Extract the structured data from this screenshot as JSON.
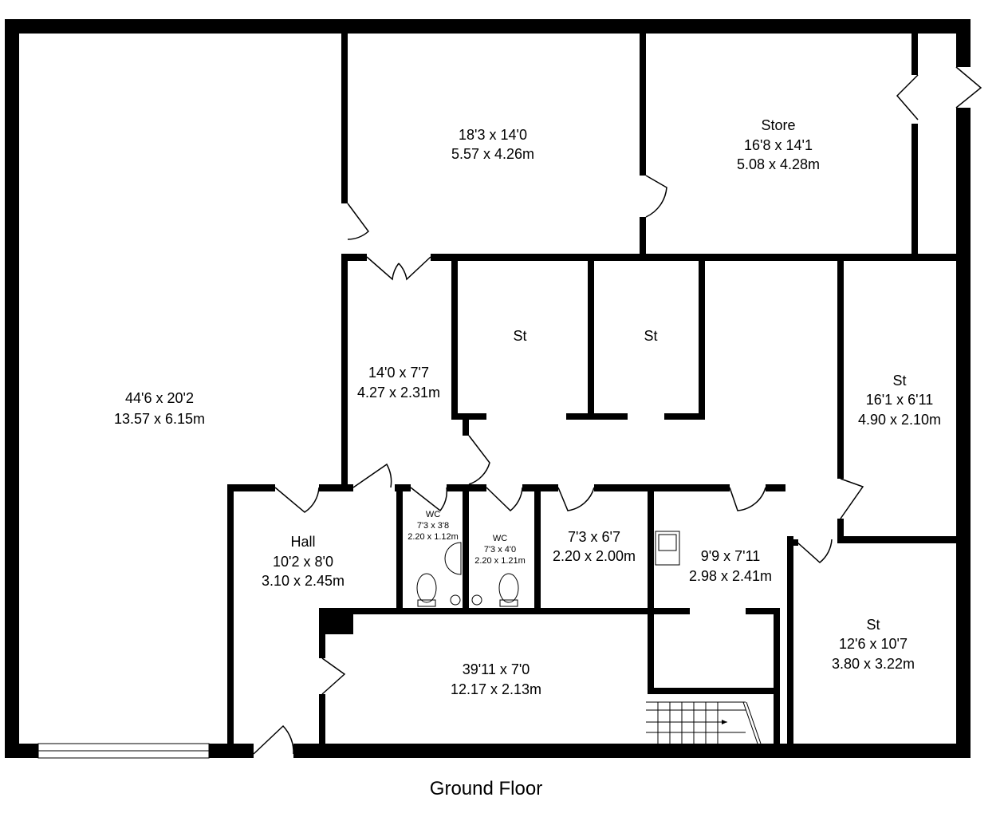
{
  "plan": {
    "title": "Ground Floor",
    "rooms": [
      {
        "name": "",
        "imperial": "44'6 x 20'2",
        "metric": "13.57 x 6.15m"
      },
      {
        "name": "",
        "imperial": "18'3 x 14'0",
        "metric": "5.57 x 4.26m"
      },
      {
        "name": "Store",
        "imperial": "16'8 x 14'1",
        "metric": "5.08 x 4.28m"
      },
      {
        "name": "",
        "imperial": "14'0 x 7'7",
        "metric": "4.27 x 2.31m"
      },
      {
        "name": "St",
        "imperial": "",
        "metric": ""
      },
      {
        "name": "St",
        "imperial": "",
        "metric": ""
      },
      {
        "name": "St",
        "imperial": "16'1 x 6'11",
        "metric": "4.90 x 2.10m"
      },
      {
        "name": "Hall",
        "imperial": "10'2 x 8'0",
        "metric": "3.10 x 2.45m"
      },
      {
        "name": "WC",
        "imperial": "7'3 x 3'8",
        "metric": "2.20 x 1.12m"
      },
      {
        "name": "WC",
        "imperial": "7'3 x 4'0",
        "metric": "2.20 x 1.21m"
      },
      {
        "name": "",
        "imperial": "7'3 x 6'7",
        "metric": "2.20 x 2.00m"
      },
      {
        "name": "",
        "imperial": "9'9 x 7'11",
        "metric": "2.98 x 2.41m"
      },
      {
        "name": "St",
        "imperial": "12'6 x 10'7",
        "metric": "3.80 x 3.22m"
      },
      {
        "name": "",
        "imperial": "39'11 x 7'0",
        "metric": "12.17 x 2.13m"
      }
    ]
  }
}
